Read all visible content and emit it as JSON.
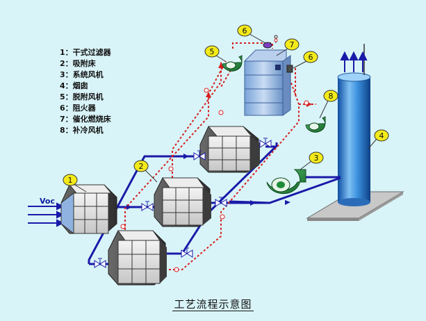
{
  "legend": [
    {
      "num": "1：",
      "name": "干式过滤器"
    },
    {
      "num": "2：",
      "name": "吸附床"
    },
    {
      "num": "3：",
      "name": "系统风机"
    },
    {
      "num": "4：",
      "name": "烟囱"
    },
    {
      "num": "5：",
      "name": "脱附风机"
    },
    {
      "num": "6：",
      "name": "阻火器"
    },
    {
      "num": "7：",
      "name": "催化燃烧床"
    },
    {
      "num": "8：",
      "name": "补冷风机"
    }
  ],
  "markers": {
    "m1": "1",
    "m2": "2",
    "m3": "3",
    "m4": "4",
    "m5": "5",
    "m6a": "6",
    "m6b": "6",
    "m7": "7",
    "m8": "8"
  },
  "inlet_label": "Voc",
  "caption": "工艺流程示意图",
  "colors": {
    "background": "#d9f4f8",
    "main_pipe": "#1a1aa8",
    "desorb_pipe": "#d51e1e",
    "marker_fill": "#f3ea1a",
    "fan_green": "#1f8c3a",
    "chimney_blue": "#2f7fd3"
  }
}
